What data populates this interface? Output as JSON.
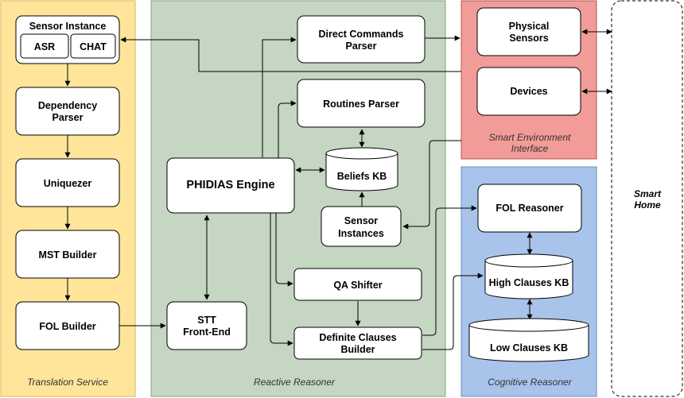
{
  "panels": {
    "translation": "Translation Service",
    "reactive": "Reactive Reasoner",
    "environment_line1": "Smart Environment",
    "environment_line2": "Interface",
    "cognitive": "Cognitive Reasoner",
    "smart_home_line1": "Smart",
    "smart_home_line2": "Home"
  },
  "nodes": {
    "sensor_instance": "Sensor Instance",
    "asr": "ASR",
    "chat": "CHAT",
    "dependency_parser_1": "Dependency",
    "dependency_parser_2": "Parser",
    "uniquezer": "Uniquezer",
    "mst_builder": "MST Builder",
    "fol_builder": "FOL Builder",
    "direct_commands_1": "Direct Commands",
    "direct_commands_2": "Parser",
    "routines_parser": "Routines Parser",
    "phidias_engine": "PHIDIAS Engine",
    "beliefs_kb": "Beliefs KB",
    "sensor_instances_1": "Sensor",
    "sensor_instances_2": "Instances",
    "qa_shifter": "QA Shifter",
    "stt_1": "STT",
    "stt_2": "Front-End",
    "definite_clauses_1": "Definite Clauses",
    "definite_clauses_2": "Builder",
    "physical_sensors_1": "Physical",
    "physical_sensors_2": "Sensors",
    "devices": "Devices",
    "fol_reasoner": "FOL Reasoner",
    "high_clauses_kb": "High Clauses KB",
    "low_clauses_kb": "Low Clauses KB"
  },
  "colors": {
    "translation": "#FFE599",
    "reactive": "#C5D6C2",
    "environment": "#F19C99",
    "cognitive": "#A9C4EB"
  }
}
